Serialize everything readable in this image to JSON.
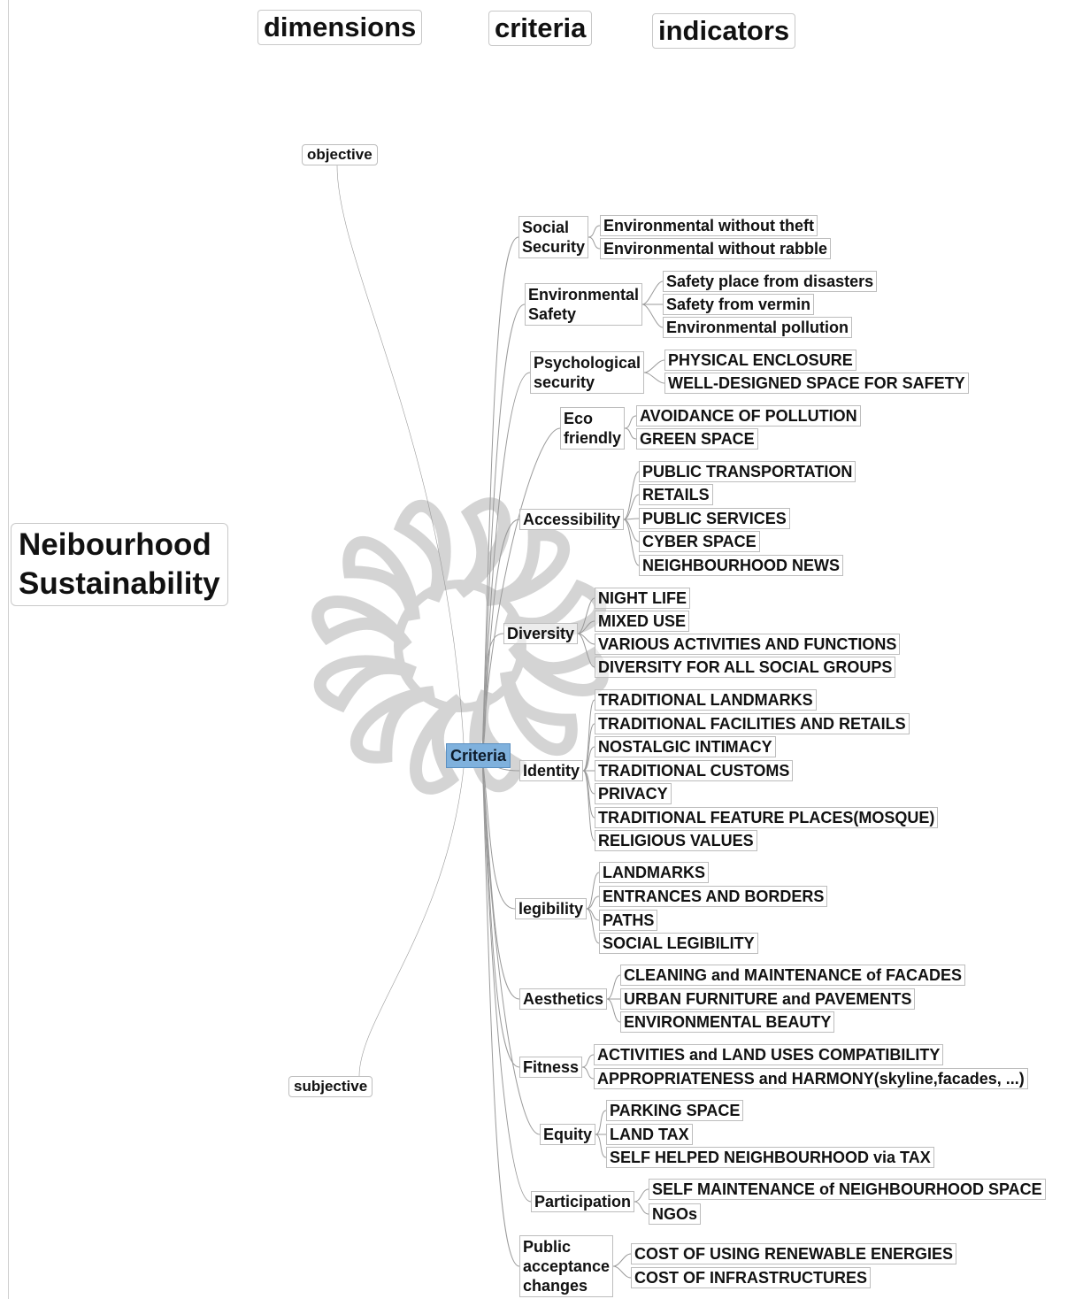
{
  "headers": {
    "dimensions": "dimensions",
    "criteria": "criteria",
    "indicators": "indicators"
  },
  "root": {
    "line1": "Neibourhood",
    "line2": "Sustainability"
  },
  "dimensions": {
    "objective": "objective",
    "subjective": "subjective"
  },
  "hub": "Criteria",
  "colors": {
    "hub_fill": "#7fb1dd",
    "link": "#9a9a9a",
    "border": "#bdbdbd",
    "watermark": "#d4d4d4"
  },
  "criteria": [
    {
      "label": "Social\nSecurity",
      "indicators": [
        "Environmental without theft",
        "Environmental without rabble"
      ]
    },
    {
      "label": "Environmental\nSafety",
      "indicators": [
        "Safety place from disasters",
        "Safety from vermin",
        "Environmental pollution"
      ]
    },
    {
      "label": "Psychological\nsecurity",
      "indicators": [
        "PHYSICAL ENCLOSURE",
        "WELL-DESIGNED SPACE FOR SAFETY"
      ]
    },
    {
      "label": "Eco\nfriendly",
      "indicators": [
        "AVOIDANCE  OF POLLUTION",
        "GREEN SPACE"
      ]
    },
    {
      "label": "Accessibility",
      "indicators": [
        "PUBLIC TRANSPORTATION",
        "RETAILS",
        "PUBLIC SERVICES",
        "CYBER SPACE",
        "NEIGHBOURHOOD NEWS"
      ]
    },
    {
      "label": "Diversity",
      "indicators": [
        "NIGHT LIFE",
        "MIXED USE",
        "VARIOUS ACTIVITIES AND FUNCTIONS",
        "DIVERSITY FOR  ALL SOCIAL GROUPS"
      ]
    },
    {
      "label": "Identity",
      "indicators": [
        "TRADITIONAL LANDMARKS",
        "TRADITIONAL FACILITIES AND RETAILS",
        "NOSTALGIC INTIMACY",
        "TRADITIONAL CUSTOMS",
        "PRIVACY",
        "TRADITIONAL FEATURE PLACES(MOSQUE)",
        "RELIGIOUS VALUES"
      ]
    },
    {
      "label": "legibility",
      "indicators": [
        "LANDMARKS",
        "ENTRANCES AND BORDERS",
        "PATHS",
        "SOCIAL LEGIBILITY"
      ]
    },
    {
      "label": "Aesthetics",
      "indicators": [
        "CLEANING and MAINTENANCE of FACADES",
        "URBAN FURNITURE and PAVEMENTS",
        "ENVIRONMENTAL BEAUTY"
      ]
    },
    {
      "label": "Fitness",
      "indicators": [
        "ACTIVITIES and LAND USES COMPATIBILITY",
        "APPROPRIATENESS and HARMONY(skyline,facades, ...)"
      ]
    },
    {
      "label": "Equity",
      "indicators": [
        "PARKING SPACE",
        "LAND TAX",
        "SELF HELPED NEIGHBOURHOOD via TAX"
      ]
    },
    {
      "label": "Participation",
      "indicators": [
        "SELF MAINTENANCE of NEIGHBOURHOOD SPACE",
        "NGOs"
      ]
    },
    {
      "label": "Public\nacceptance\nchanges",
      "indicators": [
        "COST OF USING RENEWABLE ENERGIES",
        "COST OF INFRASTRUCTURES"
      ]
    }
  ]
}
